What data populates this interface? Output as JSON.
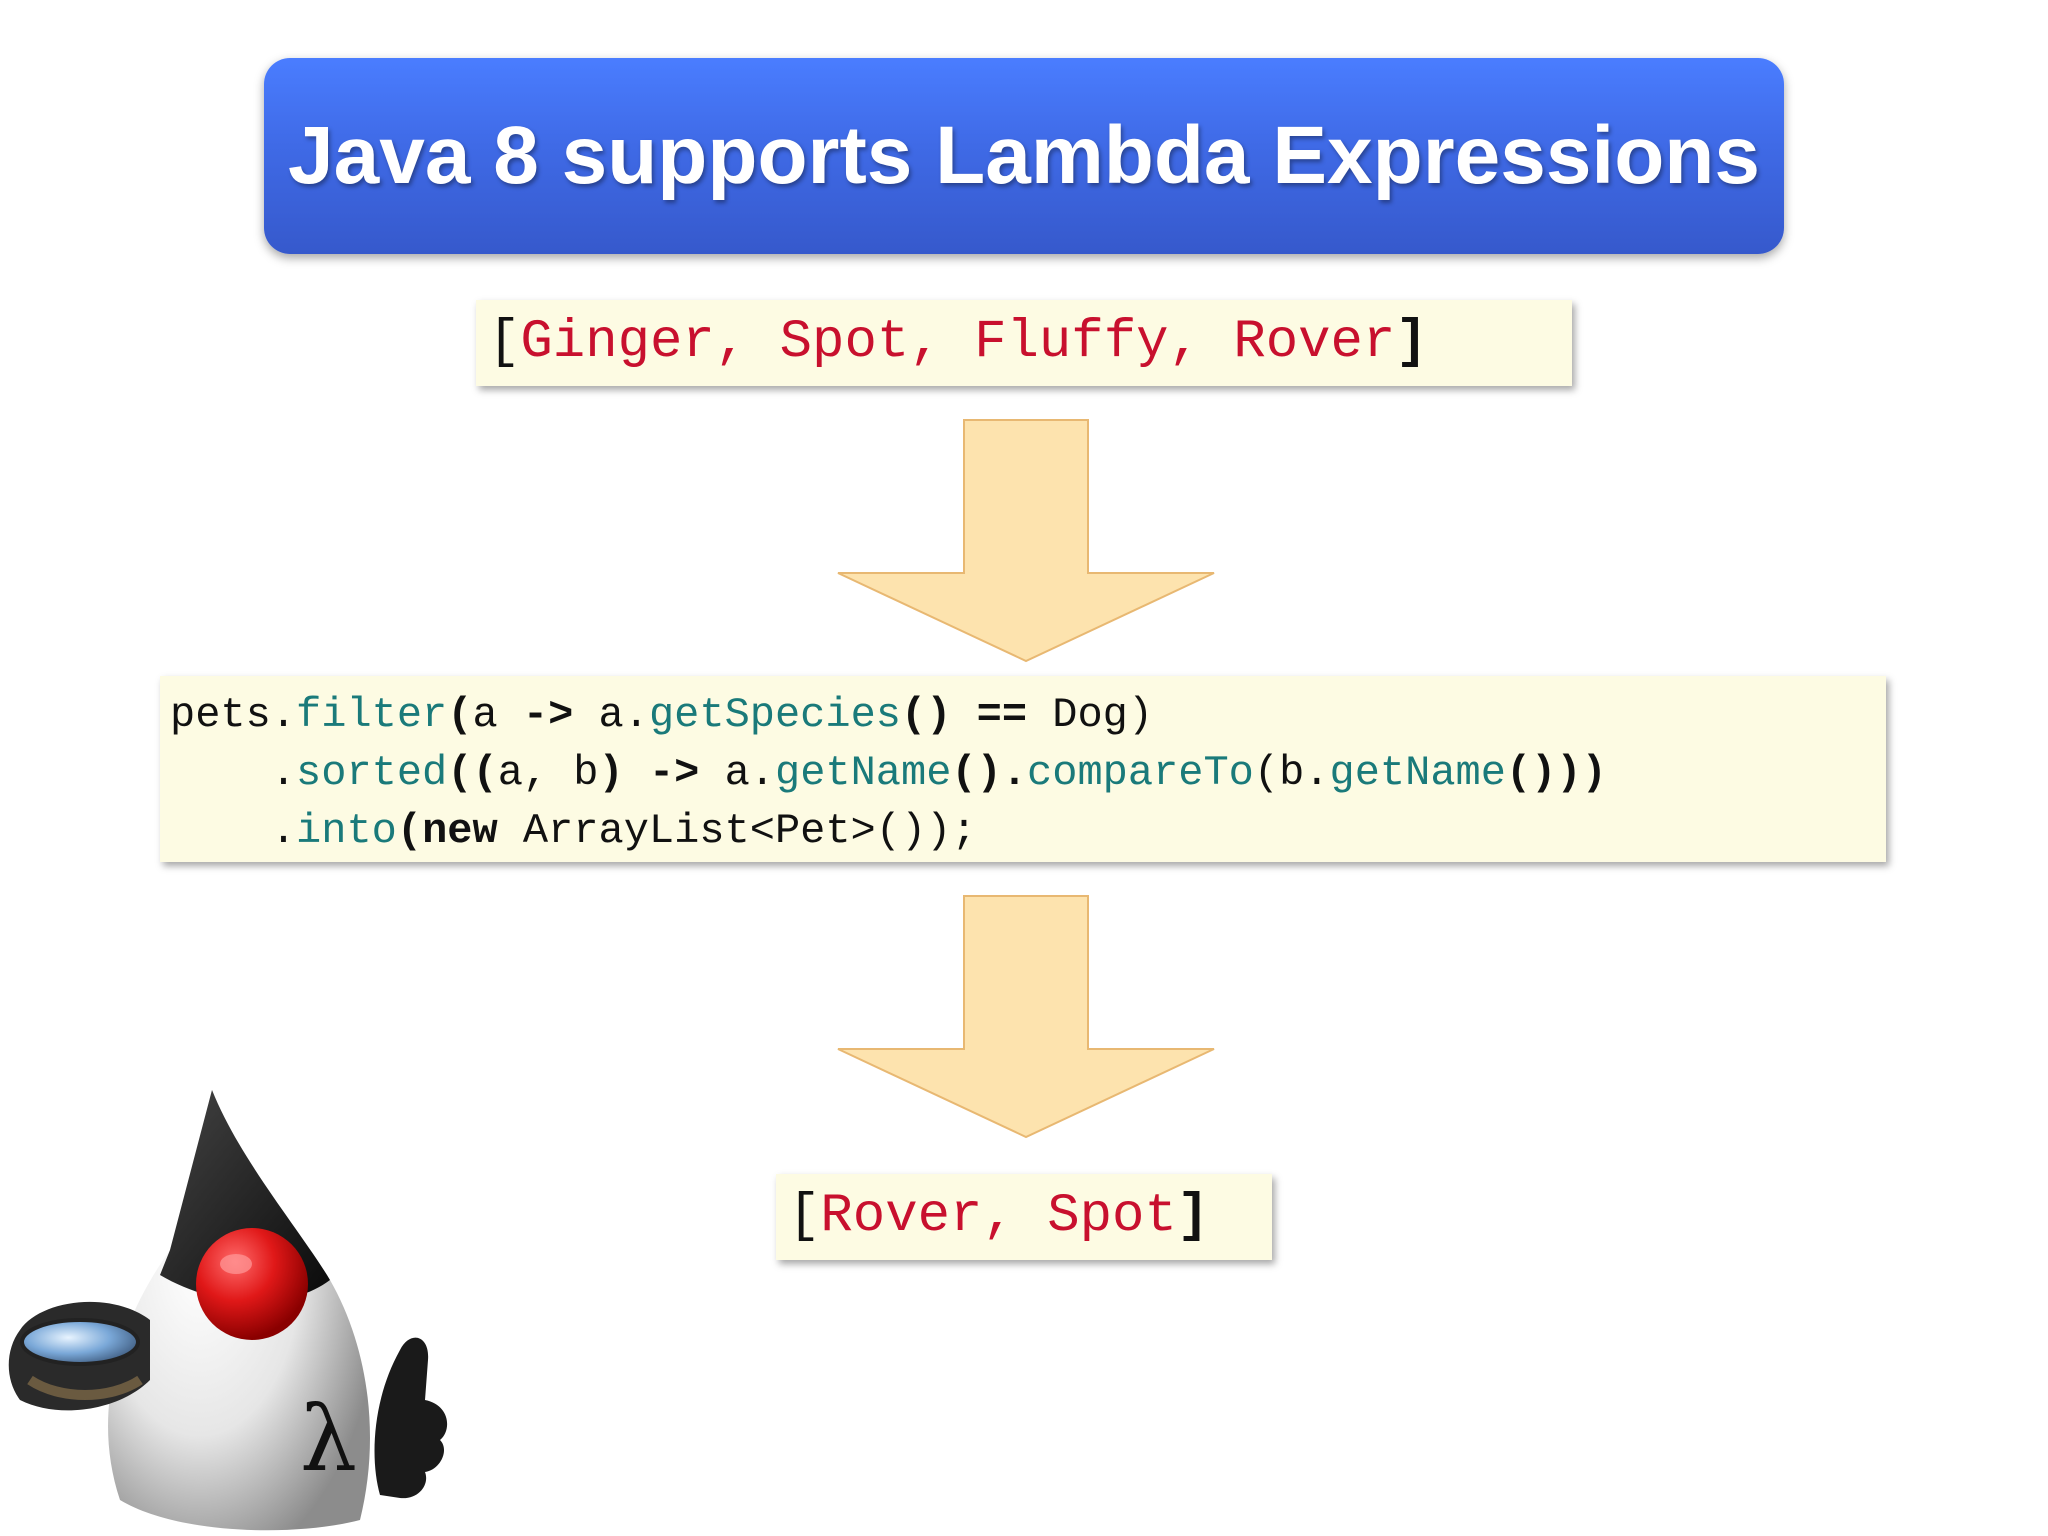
{
  "slide": {
    "title": "Java 8 supports Lambda Expressions"
  },
  "input_list": {
    "open": "[",
    "items": [
      "Ginger",
      "Spot",
      "Fluffy",
      "Rover"
    ],
    "sep": ", ",
    "close": "]"
  },
  "code": {
    "line1": {
      "t1": "pets.",
      "m1": "filter",
      "t2": "(",
      "t3": "a ",
      "op1": "->",
      "t4": " a.",
      "m2": "getSpecies",
      "t5": "() ",
      "op2": "==",
      "t6": " Dog)"
    },
    "line2": {
      "indent": "    .",
      "m1": "sorted",
      "t1": "((",
      "t2": "a, b",
      "t3": ") ",
      "op1": "->",
      "t4": " a.",
      "m2": "getName",
      "t5": "().",
      "m3": "compareTo",
      "t6": "(b.",
      "m4": "getName",
      "t7": "()))"
    },
    "line3": {
      "indent": "    .",
      "m1": "into",
      "t1": "(",
      "kw": "new",
      "t2": " ArrayList<Pet>());"
    }
  },
  "output_list": {
    "open": "[",
    "items": [
      "Rover",
      "Spot"
    ],
    "sep": ", ",
    "close": "]"
  },
  "mascot": {
    "icon": "duke-lambda-mascot-icon",
    "glyph": "λ"
  },
  "colors": {
    "title_bg": "#4070f0",
    "code_bg": "#fdfbe3",
    "name_red": "#c8102e",
    "method_teal": "#1a7a7a",
    "arrow_fill": "#fde3ae",
    "arrow_stroke": "#e8b872"
  }
}
